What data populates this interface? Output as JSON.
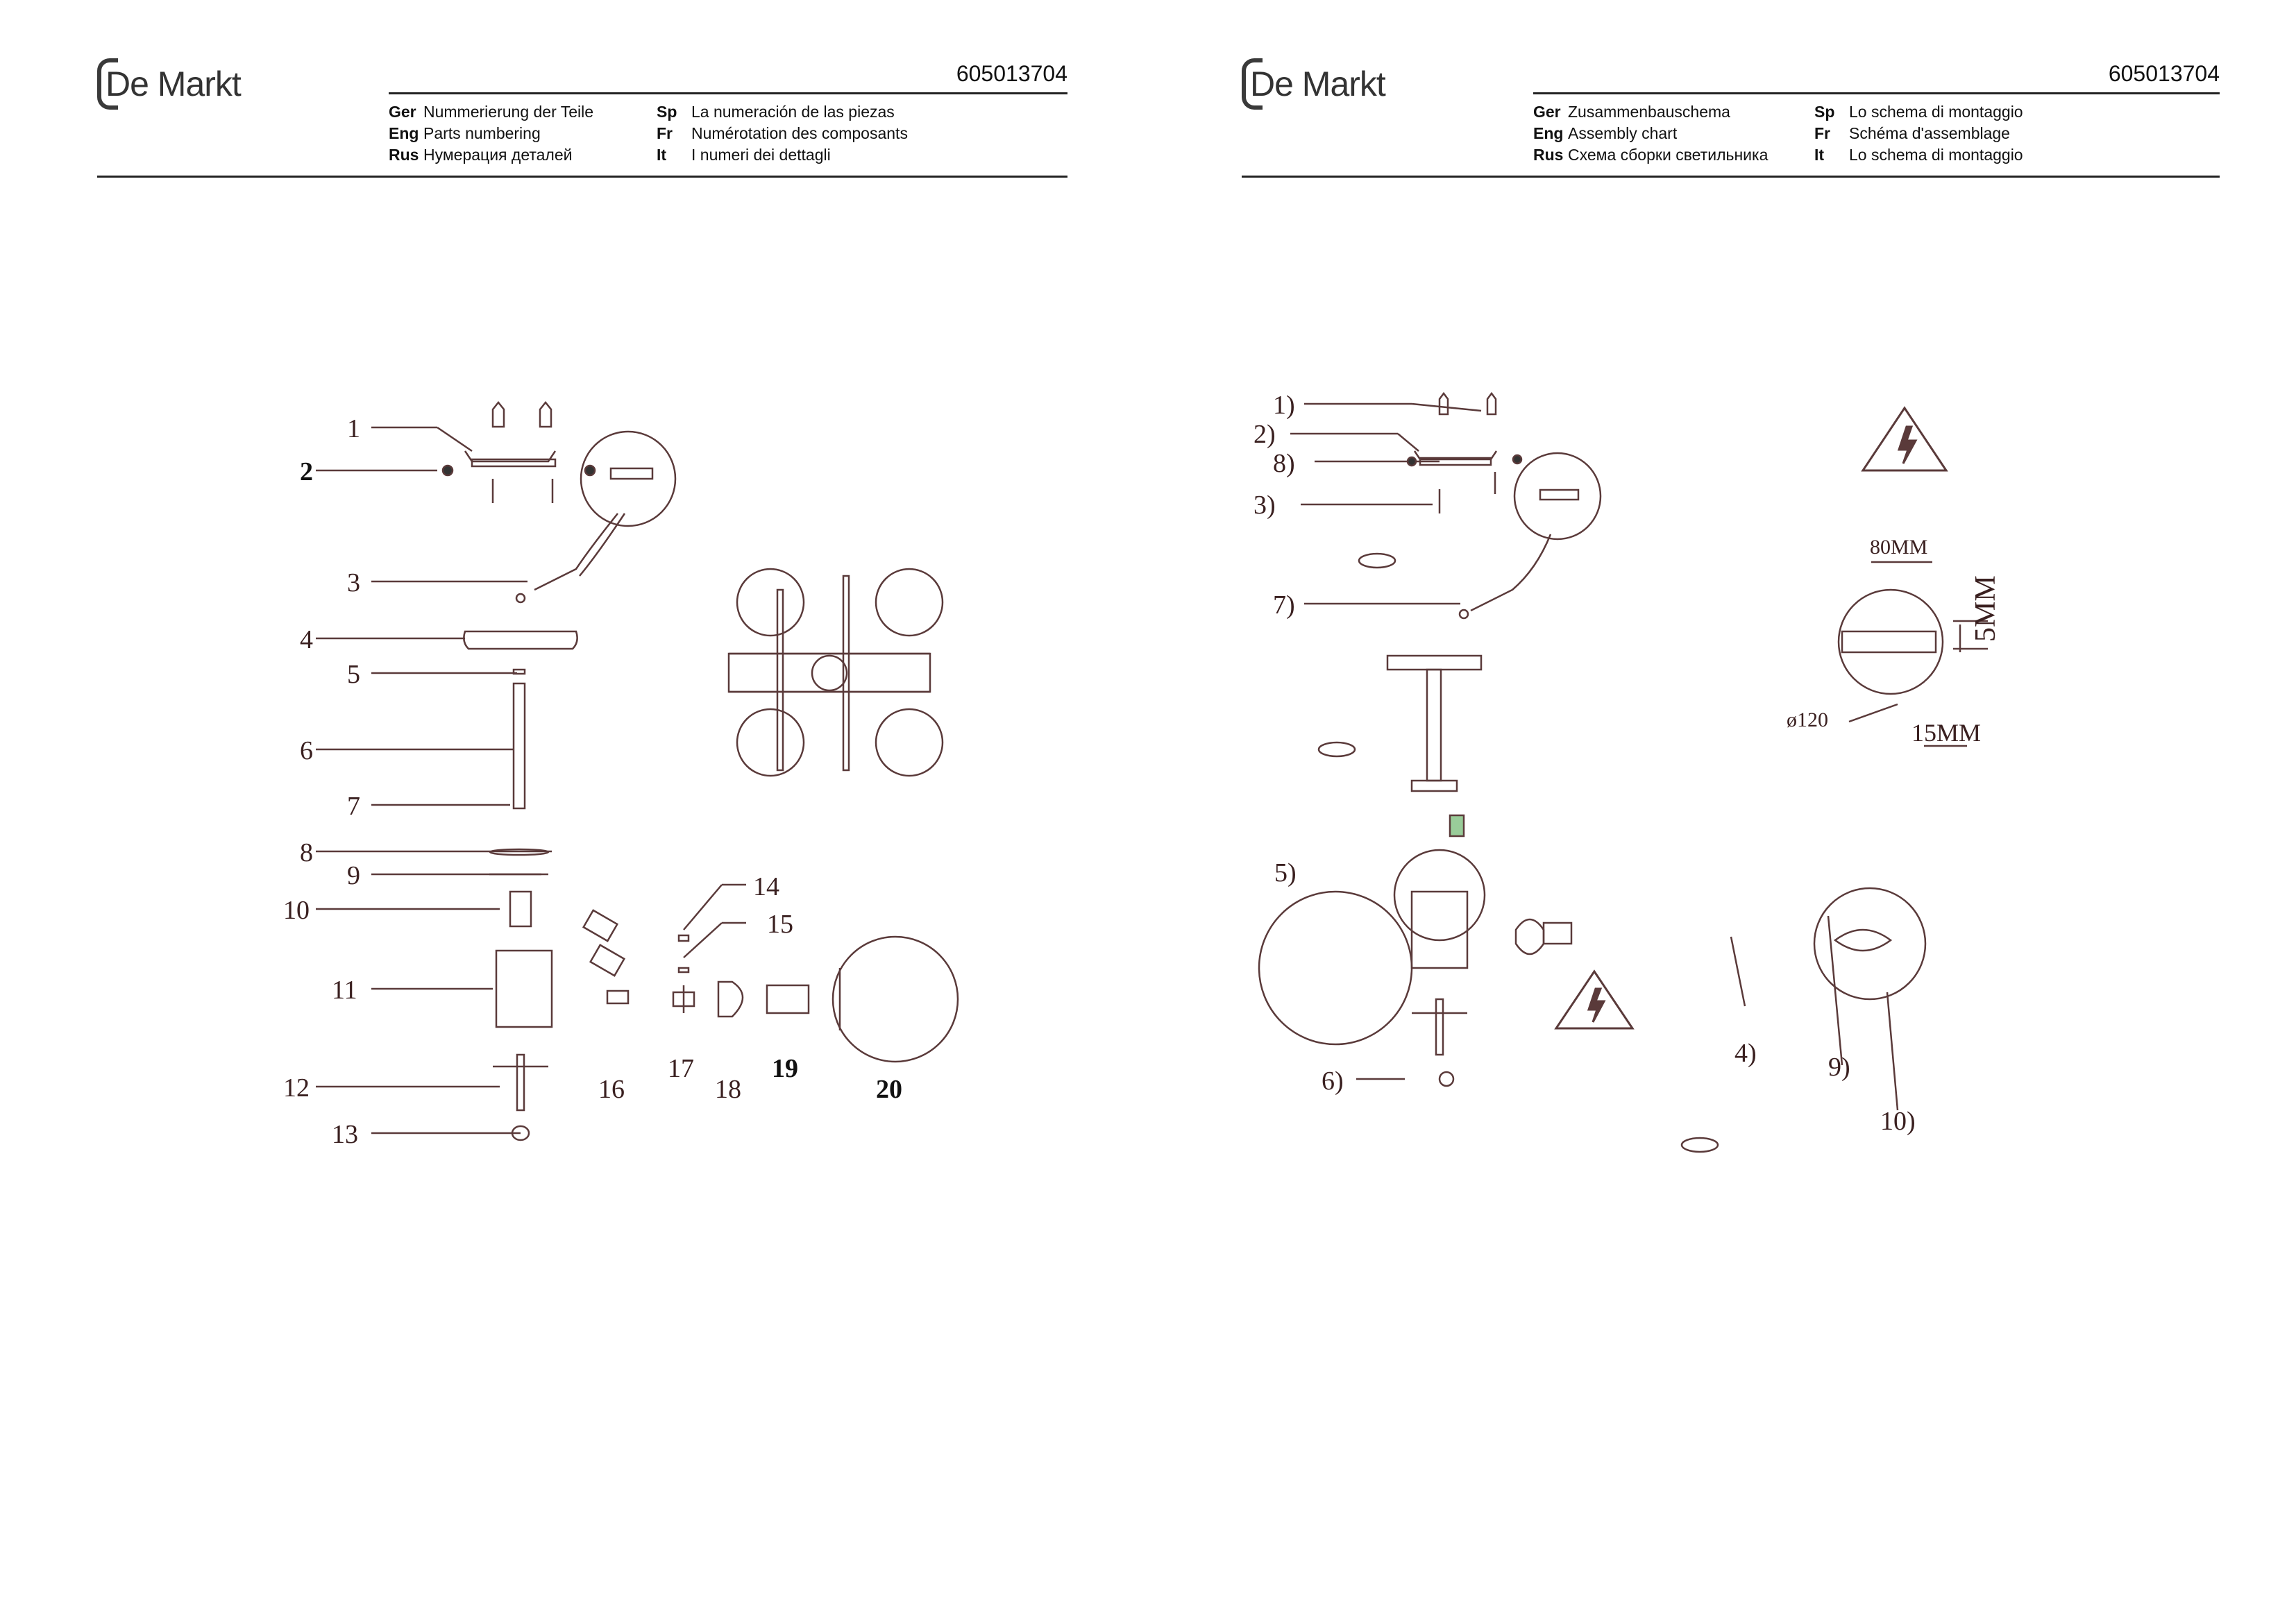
{
  "brand": "De Markt",
  "pages": [
    {
      "code": "605013704",
      "headers": [
        {
          "abbr": "Ger",
          "text": "Nummerierung der Teile"
        },
        {
          "abbr": "Eng",
          "text": "Parts numbering"
        },
        {
          "abbr": "Rus",
          "text": "Нумерация деталей"
        },
        {
          "abbr": "Sp",
          "text": "La numeración de las piezas"
        },
        {
          "abbr": "Fr",
          "text": "Numérotation des composants"
        },
        {
          "abbr": "It",
          "text": "I numeri dei dettagli"
        }
      ],
      "labels": [
        "1",
        "2",
        "3",
        "4",
        "5",
        "6",
        "7",
        "8",
        "9",
        "10",
        "11",
        "12",
        "13",
        "14",
        "15",
        "16",
        "17",
        "18",
        "19",
        "20"
      ]
    },
    {
      "code": "605013704",
      "headers": [
        {
          "abbr": "Ger",
          "text": "Zusammenbauschema"
        },
        {
          "abbr": "Eng",
          "text": "Assembly chart"
        },
        {
          "abbr": "Rus",
          "text": "Схема сборки светильника"
        },
        {
          "abbr": "Sp",
          "text": "Lo schema di montaggio"
        },
        {
          "abbr": "Fr",
          "text": "Schéma d'assemblage"
        },
        {
          "abbr": "It",
          "text": "Lo schema di montaggio"
        }
      ],
      "labels": [
        "1)",
        "2)",
        "8)",
        "3)",
        "7)",
        "5)",
        "6)",
        "4)",
        "9)",
        "10)"
      ],
      "dimensions": {
        "width": "80MM",
        "height": "5MM",
        "slot": "15MM",
        "diameter": "ø120"
      }
    }
  ],
  "colors": {
    "line": "#5a3a3a",
    "ink": "#111111"
  },
  "icons": [
    "electric-hazard-icon",
    "rotate-icon"
  ]
}
